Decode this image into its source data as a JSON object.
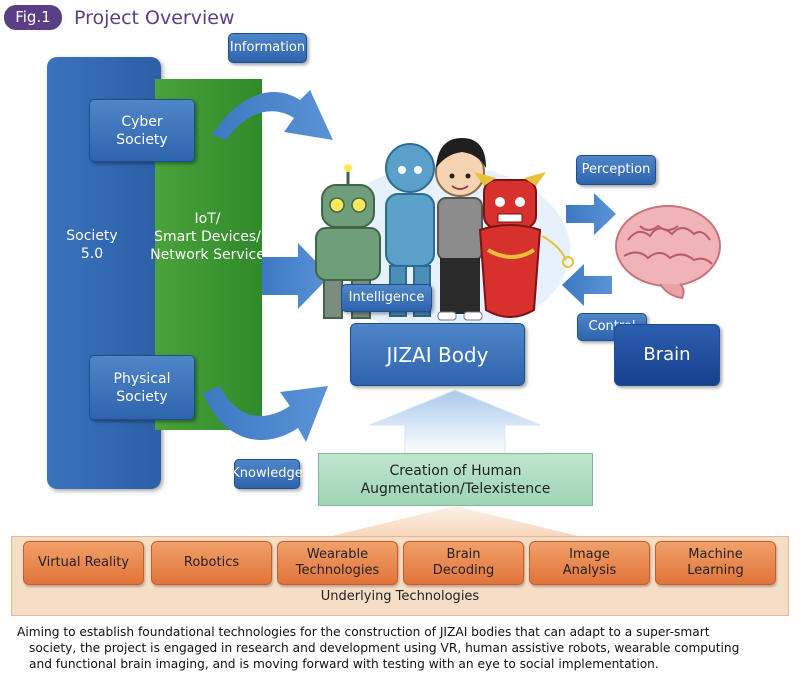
{
  "header": {
    "fig_label": "Fig.1",
    "title": "Project Overview"
  },
  "society": {
    "main": "Society\n5.0",
    "cyber": "Cyber\nSociety",
    "physical": "Physical\nSociety",
    "iot": "IoT/\nSmart Devices/\nNetwork Service"
  },
  "flows": {
    "information": "Information",
    "knowledge": "Knowledge",
    "intelligence": "Intelligence",
    "perception": "Perception",
    "control": "Control"
  },
  "center": {
    "jizai": "JIZAI Body",
    "brain": "Brain",
    "creation": "Creation of Human\nAugmentation/Telexistence"
  },
  "technologies": {
    "items": [
      "Virtual Reality",
      "Robotics",
      "Wearable\nTechnologies",
      "Brain\nDecoding",
      "Image\nAnalysis",
      "Machine\nLearning"
    ],
    "label": "Underlying Technologies"
  },
  "caption": {
    "line1": "Aiming to establish foundational technologies for the construction of JIZAI bodies that can adapt to a super-smart",
    "line2": "society, the project is engaged in research and development using VR, human assistive robots, wearable computing",
    "line3": "and functional brain imaging, and is moving forward with testing with an eye to social implementation."
  },
  "colors": {
    "title": "#5b3f86",
    "blue": "#3a73bc",
    "green": "#3a9a32",
    "orange": "#e1743a",
    "mint": "#aedcc1"
  }
}
